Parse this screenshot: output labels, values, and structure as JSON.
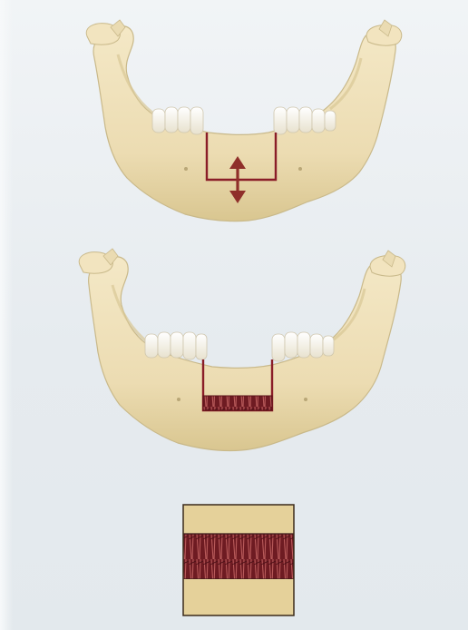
{
  "figure": {
    "panels": [
      "mandible-with-distraction-cut",
      "mandible-with-regenerate",
      "regenerate-detail"
    ]
  },
  "colors": {
    "background": "#e9eef2",
    "bone": "#efe2bd",
    "bone_shadow": "#d6c596",
    "bone_outline": "#c9b98a",
    "teeth": "#f7f4ea",
    "cut_line": "#8a1d28",
    "arrow": "#8f2f2a",
    "regenerate": "#6e1b22",
    "regenerate_streak": "#b85a5a",
    "detail_bone": "#e5d19a",
    "detail_border": "#3b2a1a"
  },
  "icons": {
    "distraction": "double-arrow-vertical"
  }
}
